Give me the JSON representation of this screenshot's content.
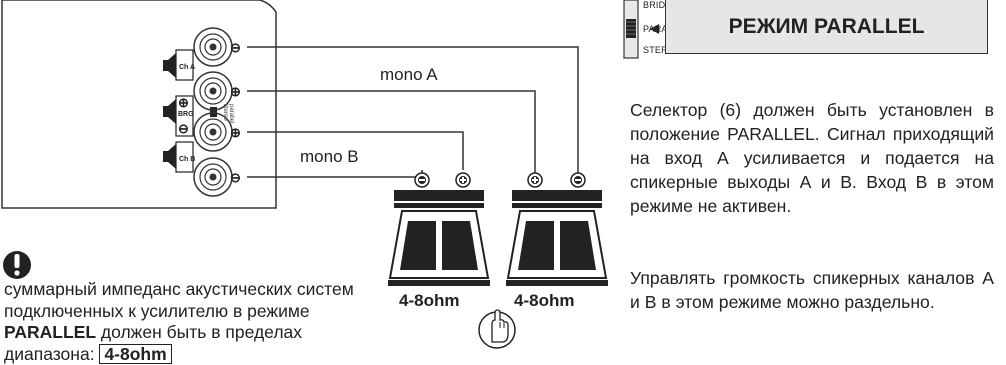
{
  "amplifier": {
    "channel_labels": [
      "Ch A",
      "BRG",
      "Ch B"
    ],
    "switch_labels": [
      "stereo",
      "parallel"
    ]
  },
  "wires": {
    "label_a": "mono A",
    "label_b": "mono B"
  },
  "speakers": [
    {
      "impedance": "4-8ohm"
    },
    {
      "impedance": "4-8ohm"
    }
  ],
  "mode_selector": {
    "options": [
      "BRIDGE",
      "PARALLEL",
      "STEREO"
    ],
    "selected": "PARALLEL",
    "mode_title": "РЕЖИМ PARALLEL"
  },
  "description": {
    "paragraph1": "Селектор (6) должен быть установлен в положение PARALLEL. Сигнал приходящий на вход А усиливается и подается на спикерные выходы А и В. Вход В в этом режиме не активен.",
    "paragraph2": "Управлять громкость спикерных каналов А и В в этом режиме можно раздельно."
  },
  "note": {
    "text_before": "суммарный импеданс акустических систем подключенных к усилителю в режиме",
    "mode_word": "PARALLEL",
    "text_after": "должен быть в пределах диапазона:",
    "range": "4-8ohm"
  }
}
